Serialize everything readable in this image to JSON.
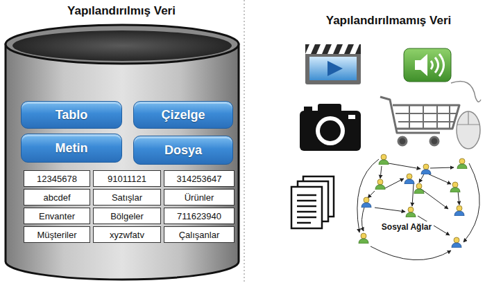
{
  "diagram": {
    "nodes": [
      {
        "text": [
          "Yapılandırılmış Veri"
        ]
      },
      {
        "text": [
          "Tablo"
        ],
        "in": 0
      },
      {
        "text": [
          "Çizelge"
        ],
        "in": 0
      },
      {
        "text": [
          "Metin"
        ],
        "in": 0
      },
      {
        "text": [
          "Dosya"
        ],
        "in": 0
      }
    ],
    "labels": [
      "12345678",
      "91011121",
      "314253647",
      "abcdef",
      "Satışlar",
      "Ürünler",
      "Envanter",
      "Bölgeler",
      "711623940",
      "Müşteriler",
      "xyzwfatv",
      "Çalışanlar",
      "Yapılandırılmamış Veri",
      "Sosyal Ağlar"
    ]
  }
}
